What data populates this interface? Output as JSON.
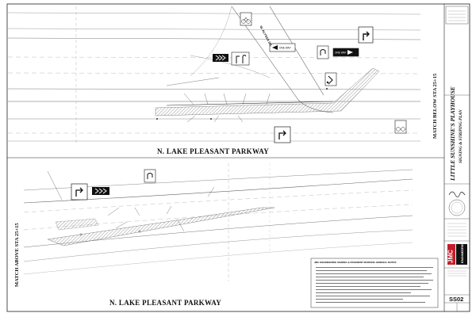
{
  "panels": {
    "top": {
      "title": "N. LAKE PLEASANT PARKWAY",
      "match_label": "MATCH BELOW STA 25+15",
      "street_name": "W. ALYSSA DR."
    },
    "bottom": {
      "title": "N. LAKE PLEASANT PARKWAY",
      "match_label": "MATCH ABOVE STA 25+15"
    }
  },
  "signs": {
    "one_way_1": "ONE WAY",
    "one_way_2": "ONE WAY"
  },
  "title_block": {
    "project": "LITTLE SUNSHINE'S PLAYHOUSE",
    "sheet_title": "SIGNING & STRIPING PLAN",
    "notes_title": "JMC ENGINEERING SIGNING & PAVEMENT MARKING GENERAL NOTES",
    "sheet_number": "SS02",
    "logo_text": "JMC",
    "logo_sub": "ENGINEERING"
  },
  "colors": {
    "ink": "#111111",
    "line": "#555555",
    "light_line": "#9a9a9a",
    "hatch": "#b8b8b8",
    "logo_red": "#c41e2a"
  },
  "icons": [
    "left-turn-arrow-icon",
    "chevron-alignment-icon",
    "no-u-turn-icon",
    "bike-lane-icon",
    "stop-sign-icon",
    "north-arrow-icon"
  ]
}
